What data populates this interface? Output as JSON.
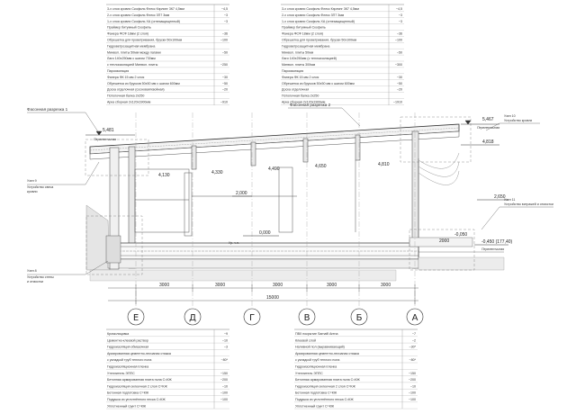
{
  "top_left_spec": {
    "rows": [
      {
        "text": "3-х слоя кровли Скофиль Флекс Кэрлинг 3К7 4,5мм",
        "value": "~4,5"
      },
      {
        "text": "2-х слоя кровли Скофиль Флекс 3П7 3мм",
        "value": "~3"
      },
      {
        "text": "1-х слоя кровли Скофиль ХА (огнезащищенный)",
        "value": "~3"
      },
      {
        "text": "Праймер битумный Скофиль",
        "value": ""
      },
      {
        "text": "Фанера ФСФ 18мм (2 слоя)",
        "value": "~36"
      },
      {
        "text": "Обрешетка для проветривания, бруски 50х100мм",
        "value": "~100"
      },
      {
        "text": "Гидроветрозащитная мембрана",
        "value": ""
      },
      {
        "text": "Минвол. плиты 50мм между лагами",
        "value": "~50"
      },
      {
        "text": "Лаги 140х250мм с шагом 730мм",
        "value": ""
      },
      {
        "text": "с теплоизоляцией Минвол. плиты",
        "value": "~250"
      },
      {
        "text": "Пароизоляция",
        "value": ""
      },
      {
        "text": "Фанера ФК 15 мм 2 слоя",
        "value": "~30"
      },
      {
        "text": "Обрешетка из брусков 50х50 мм с шагом 600мм",
        "value": "~50"
      },
      {
        "text": "Доска отделочная (сосновая/хвойная)",
        "value": "~20"
      },
      {
        "text": "Потолочная балка 2х250",
        "value": ""
      },
      {
        "text": "Арка сборная 2х120х1900мм",
        "value": "~910"
      }
    ]
  },
  "top_right_spec": {
    "rows": [
      {
        "text": "3-х слоя кровли Скофиль Флекс Кэрлинг 3К7 4,5мм",
        "value": "~4,5"
      },
      {
        "text": "2-х слоя кровли Скофиль Флекс 3П7 3мм",
        "value": "~3"
      },
      {
        "text": "1-х слоя кровли Скофиль ХА (огнезащищенный)",
        "value": "~3"
      },
      {
        "text": "Праймер битумный Скофиль",
        "value": ""
      },
      {
        "text": "Фанера ФСФ 18мм (2 слоя)",
        "value": "~36"
      },
      {
        "text": "Обрешетка для проветривания, бруски 50х100мм",
        "value": "~100"
      },
      {
        "text": "Гидроветрозащитная мембрана",
        "value": ""
      },
      {
        "text": "Минвол. плиты 50мм",
        "value": "~50"
      },
      {
        "text": "Лаги 140х250мм (с теплоизоляцией)",
        "value": ""
      },
      {
        "text": "Минвол. плиты 300мм",
        "value": "~300"
      },
      {
        "text": "Пароизоляция",
        "value": ""
      },
      {
        "text": "Фанера ФК 15 мм 2 слоя",
        "value": "~30"
      },
      {
        "text": "Обрешетка из брусков 50х50 мм с шагом 600мм",
        "value": "~50"
      },
      {
        "text": "Доска отделочная",
        "value": "~20"
      },
      {
        "text": "Потолочная балка 2х250",
        "value": ""
      },
      {
        "text": "Арка сборная 2х120х1900мм",
        "value": "~1910"
      }
    ]
  },
  "bottom_left_spec": {
    "rows": [
      {
        "text": "Кромолицовка",
        "value": "~9"
      },
      {
        "text": "Цементно-клеевой раствор",
        "value": "~10"
      },
      {
        "text": "Гидроизоляция обмазочная",
        "value": "~3"
      },
      {
        "text": "Армированная цементно-песчаная стяжка",
        "value": ""
      },
      {
        "text": "с укладкой труб теплого пола",
        "value": "~80*"
      },
      {
        "text": "Гидроизоляционная пленка",
        "value": ""
      },
      {
        "text": "Утеплитель ЭППС",
        "value": "~150"
      },
      {
        "text": "Бетонная армированная плита пола C=КЖ",
        "value": "~200"
      },
      {
        "text": "Гидроизоляция оклеечная 2 слоя C=КЖ",
        "value": "~10"
      },
      {
        "text": "Бетонная подготовка C=КЖ",
        "value": "~100"
      },
      {
        "text": "Подушка из уплотнённого песка C=КЖ",
        "value": "~100"
      },
      {
        "text": "Уплотненный грунт C=КЖ",
        "value": ""
      }
    ]
  },
  "bottom_right_spec": {
    "rows": [
      {
        "text": "ПВХ покрытие Sarnafil Arena",
        "value": "~7"
      },
      {
        "text": "Клеевой слой",
        "value": "~2"
      },
      {
        "text": "Наливной пол (выравнивающий)",
        "value": "~30*"
      },
      {
        "text": "Армированная цементно-песчаная стяжка",
        "value": ""
      },
      {
        "text": "с укладкой труб теплого пола",
        "value": "~80*"
      },
      {
        "text": "Гидроизоляционная пленка",
        "value": ""
      },
      {
        "text": "Утеплитель ЭППС",
        "value": "~150"
      },
      {
        "text": "Бетонная армированная плита пола C=КЖ",
        "value": "~200"
      },
      {
        "text": "Гидроизоляция оклеечная 2 слоя C=КЖ",
        "value": "~10"
      },
      {
        "text": "Бетонная подготовка C=КЖ",
        "value": "~100"
      },
      {
        "text": "Подушка из уплотнённого песка C=КЖ",
        "value": "~100"
      },
      {
        "text": "Уплотненный грунт C=КЖ",
        "value": ""
      }
    ]
  },
  "callouts": {
    "cut1": "Фасонная разрезка 1",
    "cut2": "Фасонная разрезка 2",
    "node9_a": "Узел 9",
    "node9_b": "Устройство свеса",
    "node9_c": "кровли",
    "node8_a": "Узел 8",
    "node8_b": "Устройство стены",
    "node8_c": "и отмостки",
    "node10_a": "Узел 10",
    "node10_b": "Устройство кровли",
    "node11_a": "Узел 11",
    "node11_b": "Устройство витражей и отмостки"
  },
  "elevations": {
    "left_top": "5,481",
    "left_top_label": "Перелетчиная",
    "right_top": "5,467",
    "right_top_label": "Перелетчиная",
    "right_2": "4,818",
    "right_3": "2,650",
    "right_zero": "-0,450 (177,40)",
    "right_zero_label": "Перелетчиная",
    "floor_right_a": "2000",
    "floor_right_b": "-0,050",
    "floor_zero": "0,000",
    "floor_zero_sub": "Ур. ч.п.",
    "inner_2000": "2,000",
    "c1": "4,130",
    "c2": "4,330",
    "c3": "4,490",
    "c4": "4,650",
    "c5": "4,810"
  },
  "dimensions": {
    "span1": "3000",
    "span2": "3000",
    "span3": "3000",
    "span4": "3000",
    "span5": "3000",
    "total": "15000"
  },
  "axes": [
    "Е",
    "Д",
    "Г",
    "В",
    "Б",
    "А"
  ]
}
